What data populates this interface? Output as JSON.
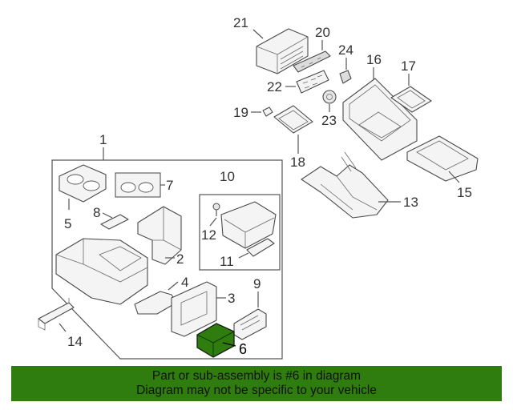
{
  "diagram": {
    "callouts": {
      "c1": "1",
      "c2": "2",
      "c3": "3",
      "c4": "4",
      "c5": "5",
      "c6": "6",
      "c7": "7",
      "c8": "8",
      "c9": "9",
      "c10": "10",
      "c11": "11",
      "c12": "12",
      "c13": "13",
      "c14": "14",
      "c15": "15",
      "c16": "16",
      "c17": "17",
      "c18": "18",
      "c19": "19",
      "c20": "20",
      "c21": "21",
      "c22": "22",
      "c23": "23",
      "c24": "24"
    },
    "highlight_color": "#2f7d0e"
  },
  "banner": {
    "line1": "Part or sub-assembly is #6 in diagram",
    "line2": "Diagram may not be specific to your vehicle",
    "background": "#2f7d0e"
  }
}
